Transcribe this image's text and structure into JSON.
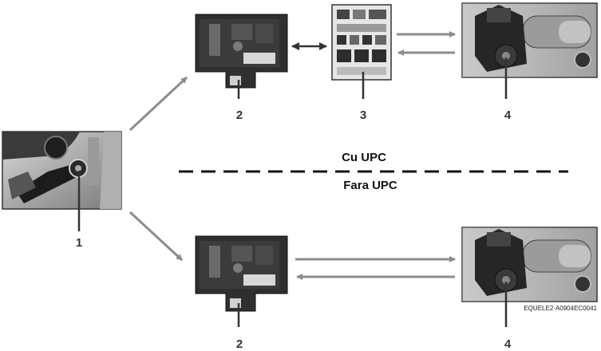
{
  "labels": {
    "with_upc": "Cu UPC",
    "without_upc": "Fara UPC"
  },
  "callouts": {
    "switch": "1",
    "module_top": "2",
    "relay_box": "3",
    "motor_top": "4",
    "module_bottom": "2",
    "motor_bottom": "4"
  },
  "reference_code": "EQUELE2-A0904EC0041",
  "colors": {
    "arrow": "#8c8c8c",
    "dash": "#111111",
    "photo_dark": "#2a2a2a"
  }
}
